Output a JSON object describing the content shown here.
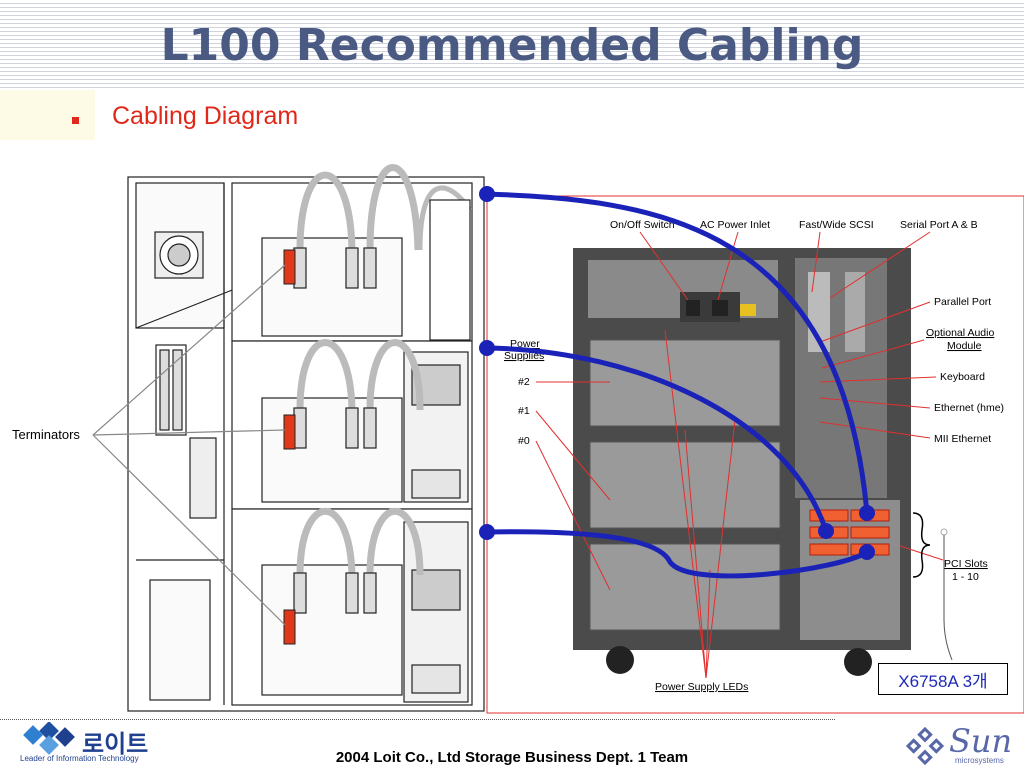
{
  "slide": {
    "title": "L100 Recommended Cabling",
    "subtitle": "Cabling Diagram"
  },
  "labels": {
    "terminators": "Terminators",
    "on_off_switch": "On/Off Switch",
    "ac_power_inlet": "AC Power Inlet",
    "fast_wide_scsi": "Fast/Wide SCSI",
    "serial_port": "Serial Port A & B",
    "parallel_port": "Parallel Port",
    "optional_audio_line1": "Optional Audio",
    "optional_audio_line2": "Module",
    "keyboard": "Keyboard",
    "ethernet": "Ethernet (hme)",
    "mii_ethernet": "MII Ethernet",
    "power_supplies_line1": "Power",
    "power_supplies_line2": "Supplies",
    "ps2": "#2",
    "ps1": "#1",
    "ps0": "#0",
    "pci_slots": "PCI Slots",
    "pci_range": "1 - 10",
    "power_supply_leds": "Power Supply LEDs",
    "x6758a": "X6758A 3개"
  },
  "footer": {
    "text": "2004 Loit Co., Ltd Storage Business Dept. 1 Team",
    "company_logo_text": "로이트",
    "company_tagline": "Leader of Information Technology",
    "sun_logo_text": "Sun",
    "sun_logo_sub": "microsystems"
  },
  "colors": {
    "title": "#4a5a82",
    "accent_red": "#e0281a",
    "cable_blue": "#1a22b8",
    "pci_slot_orange": "#f06030"
  }
}
